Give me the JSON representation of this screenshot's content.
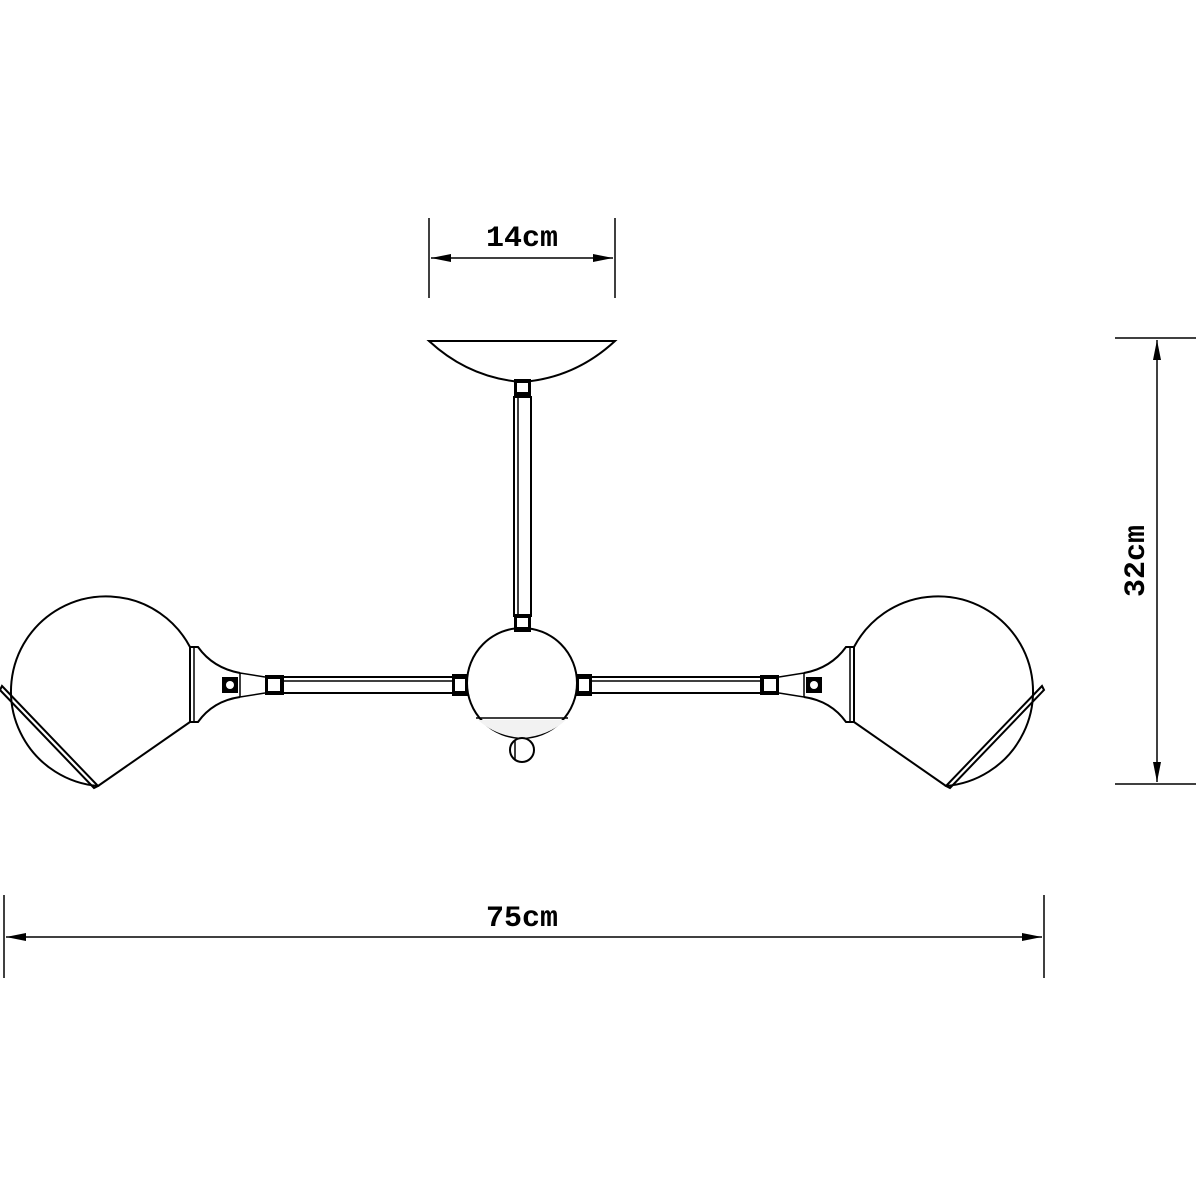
{
  "diagram": {
    "dimensions": {
      "canopy_width": "14cm",
      "height": "32cm",
      "overall_width": "75cm"
    }
  }
}
